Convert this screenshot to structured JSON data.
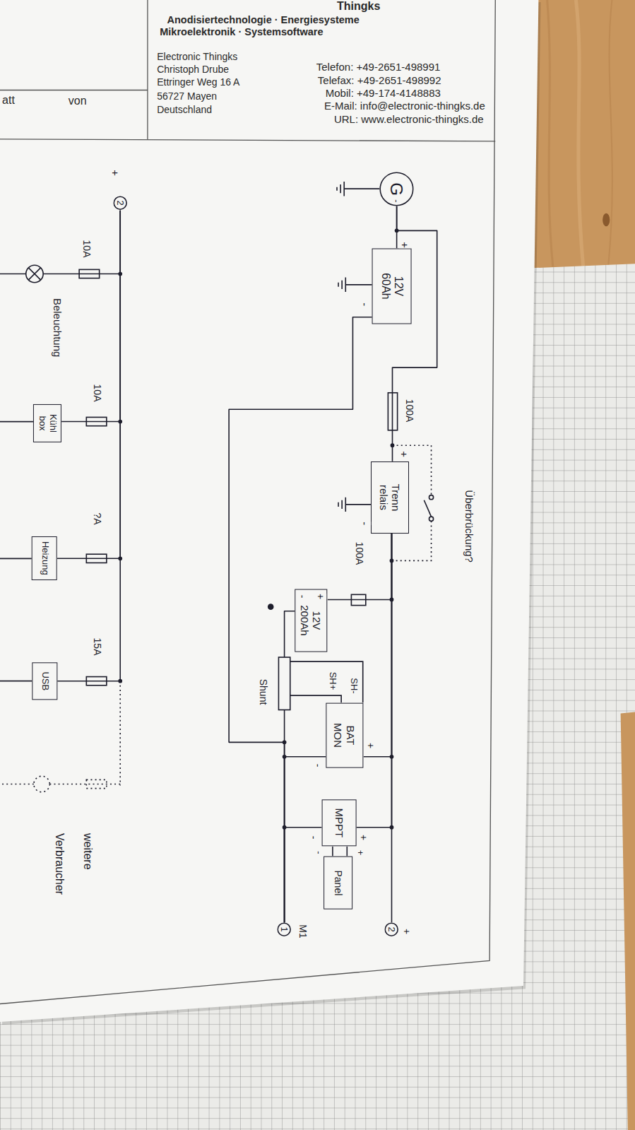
{
  "diagram": {
    "nodes": [
      {
        "text": [
          "G"
        ]
      },
      {
        "text": [
          "12V 60Ah"
        ]
      },
      {
        "text": [
          "Trenn relais"
        ]
      },
      {
        "text": [
          "12V 200Ah"
        ]
      },
      {
        "text": [
          "BAT MON"
        ]
      },
      {
        "text": [
          "MPPT"
        ]
      },
      {
        "text": [
          "Panel"
        ]
      },
      {
        "text": [
          "2"
        ]
      },
      {
        "text": [
          "1"
        ]
      },
      {
        "text": [
          "2"
        ]
      },
      {
        "text": [
          "Kühl box"
        ]
      },
      {
        "text": [
          "Heizung"
        ]
      },
      {
        "text": [
          "USB"
        ]
      }
    ],
    "edges": [
      {
        "from": 0,
        "to": 1,
        "arrow": "none"
      },
      {
        "from": 0,
        "to": 2,
        "arrow": "none"
      },
      {
        "from": 2,
        "to": 3,
        "arrow": "none"
      },
      {
        "from": 2,
        "to": 4,
        "arrow": "none"
      },
      {
        "from": 2,
        "to": 5,
        "arrow": "none"
      },
      {
        "from": 2,
        "to": 7,
        "arrow": "none"
      },
      {
        "from": 5,
        "to": 6,
        "arrow": "none"
      },
      {
        "from": 5,
        "to": 6,
        "arrow": "none"
      },
      {
        "from": 3,
        "to": 8,
        "arrow": "none"
      },
      {
        "from": 4,
        "to": 8,
        "arrow": "none"
      },
      {
        "from": 5,
        "to": 8,
        "arrow": "none"
      },
      {
        "from": 1,
        "to": 8,
        "arrow": "none"
      },
      {
        "from": 9,
        "to": 10,
        "arrow": "none"
      },
      {
        "from": 9,
        "to": 11,
        "arrow": "none"
      },
      {
        "from": 9,
        "to": 12,
        "arrow": "none"
      }
    ],
    "labels": [
      "Thingks",
      "Anodisiertechnologie · Energiesysteme",
      "Mikroelektronik · Systemsoftware",
      "Electronic Thingks",
      "Christoph Drube",
      "Ettringer Weg 16 A",
      "56727 Mayen",
      "Deutschland",
      "Telefon: +49-2651-498991",
      "Telefax: +49-2651-498992",
      "Mobil: +49-174-4148883",
      "E-Mail: info@electronic-thingks.de",
      "URL: www.electronic-thingks.de",
      "att",
      "von",
      "-",
      "+",
      "-",
      "100A",
      "+",
      "-",
      "Überbrückung?",
      "100A",
      "+",
      "-",
      "Shunt",
      "SH-",
      "SH+",
      "+",
      "-",
      "+",
      "-",
      "+",
      "-",
      "+",
      "M1",
      "+",
      "10A",
      "Beleuchtung",
      "10A",
      "?A",
      "15A",
      "weitere Verbraucher"
    ]
  }
}
